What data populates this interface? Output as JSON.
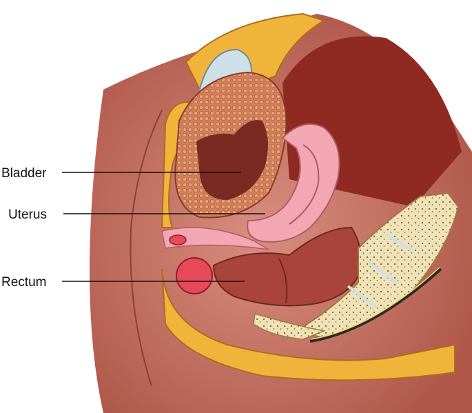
{
  "labels": {
    "bladder": "Bladder",
    "uterus": "Uterus",
    "rectum": "Rectum"
  },
  "colors": {
    "skin": "#c9786a",
    "skin_dark": "#9c4a3f",
    "fat": "#f1b43a",
    "fat_light": "#f7cd62",
    "cavity": "#8e2a22",
    "bladder_wall": "#d9835e",
    "bladder_lumen": "#7a2a22",
    "uterus": "#f2a7b2",
    "rectum": "#a8443c",
    "bone": "#efe0b6",
    "pubic": "#cde0ea"
  }
}
